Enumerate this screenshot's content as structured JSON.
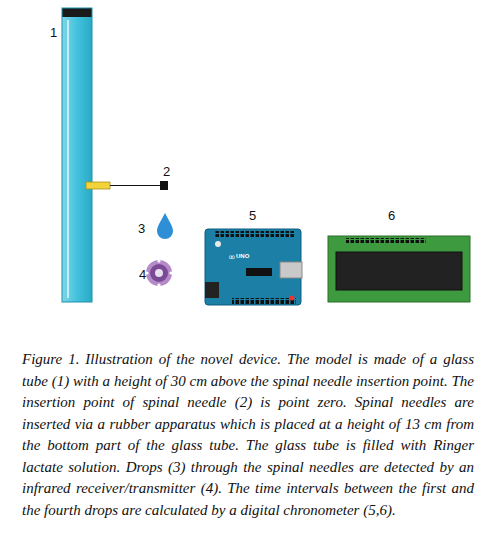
{
  "diagram": {
    "caption": "Figure 1. Illustration of the novel device. The model is made of a glass tube (1) with a height of 30 cm above the spinal needle insertion point. The insertion point of spinal needle (2) is point zero. Spinal needles are inserted via a rubber apparatus which is placed at a height of 13 cm from the bottom part of the glass tube. The glass tube is filled with Ringer lactate solution. Drops (3) through the spinal needles are detected by an infrared receiver/transmitter (4). The time intervals between the first and the fourth drops are calculated by a digital chronometer (5,6).",
    "labels": [
      "1",
      "2",
      "3",
      "4",
      "5",
      "6",
      "UNO"
    ]
  }
}
